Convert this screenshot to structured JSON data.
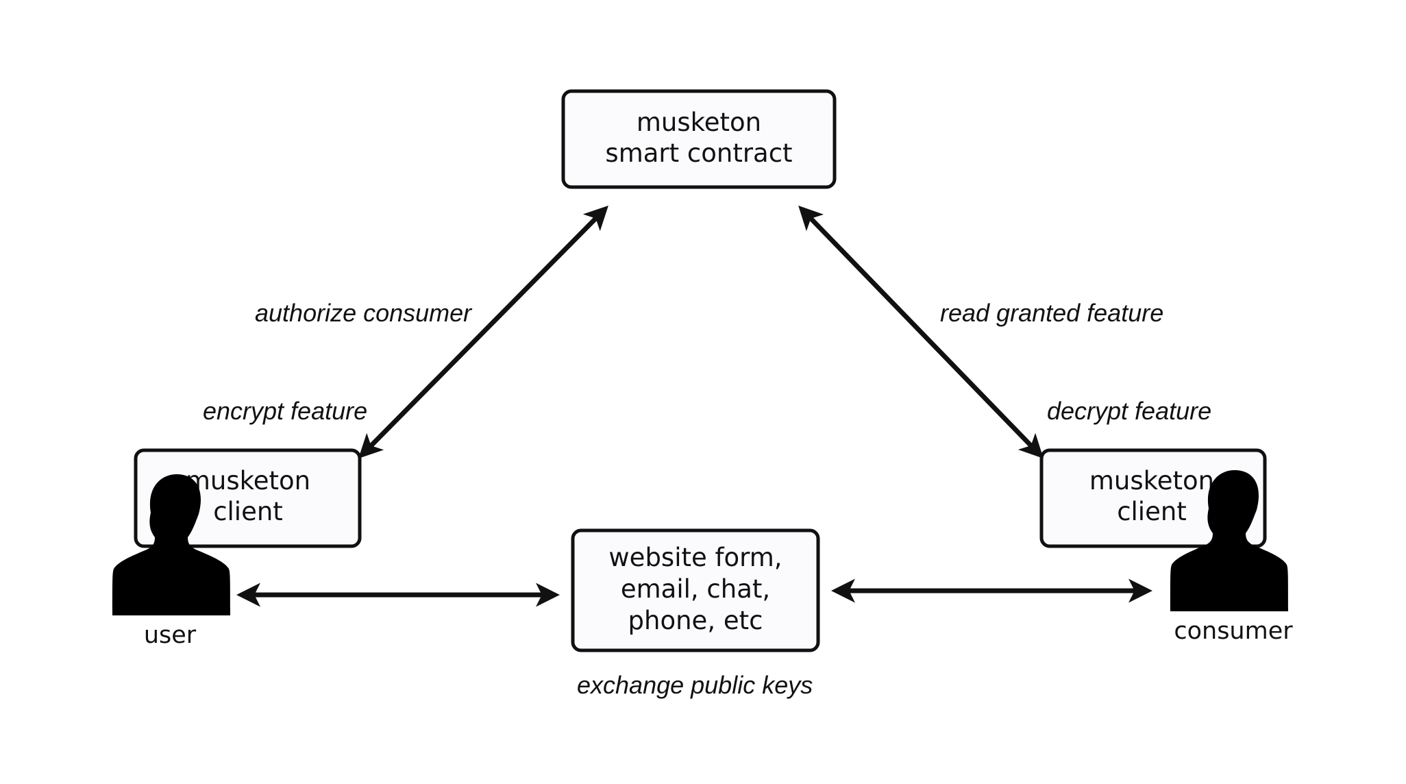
{
  "nodes": {
    "contract": {
      "line1": "musketon",
      "line2": "smart contract"
    },
    "user_client": {
      "line1": "musketon",
      "line2": "client"
    },
    "consumer_client": {
      "line1": "musketon",
      "line2": "client"
    },
    "channel": {
      "line1": "website form,",
      "line2": "email, chat,",
      "line3": "phone, etc"
    }
  },
  "actors": {
    "user": "user",
    "consumer": "consumer"
  },
  "edges": {
    "authorize": "authorize consumer",
    "encrypt": "encrypt feature",
    "read": "read granted feature",
    "decrypt": "decrypt feature",
    "exchange": "exchange public keys"
  }
}
